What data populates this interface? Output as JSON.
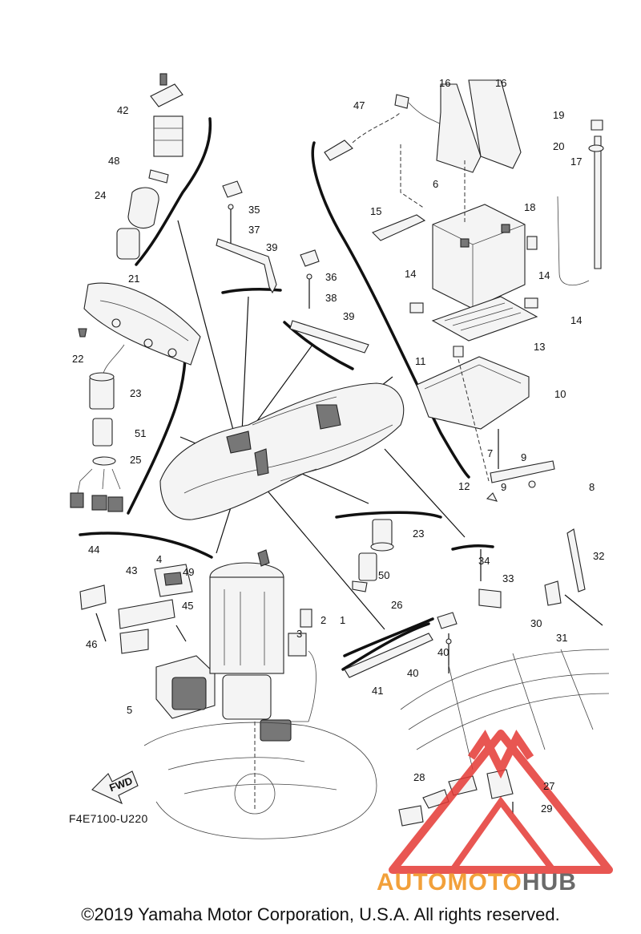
{
  "diagram": {
    "callouts": [
      "1",
      "2",
      "3",
      "4",
      "5",
      "6",
      "7",
      "8",
      "9",
      "9",
      "10",
      "11",
      "12",
      "13",
      "14",
      "14",
      "14",
      "15",
      "16",
      "16",
      "17",
      "18",
      "19",
      "20",
      "21",
      "22",
      "23",
      "23",
      "24",
      "25",
      "26",
      "27",
      "28",
      "29",
      "30",
      "31",
      "32",
      "33",
      "34",
      "35",
      "36",
      "37",
      "38",
      "39",
      "39",
      "40",
      "40",
      "41",
      "42",
      "43",
      "44",
      "45",
      "46",
      "47",
      "48",
      "49",
      "50",
      "51"
    ],
    "fwd_label": "FWD",
    "drawing_code": "F4E7100-U220"
  },
  "watermark": {
    "brand_part1": "AUTOMOTO",
    "brand_part2": "HUB",
    "colors": {
      "orange": "#f2a03a",
      "gray": "#6a6a6a",
      "red": "#e53935"
    }
  },
  "footer": {
    "copyright": "©2019 Yamaha Motor Corporation, U.S.A. All rights reserved."
  }
}
